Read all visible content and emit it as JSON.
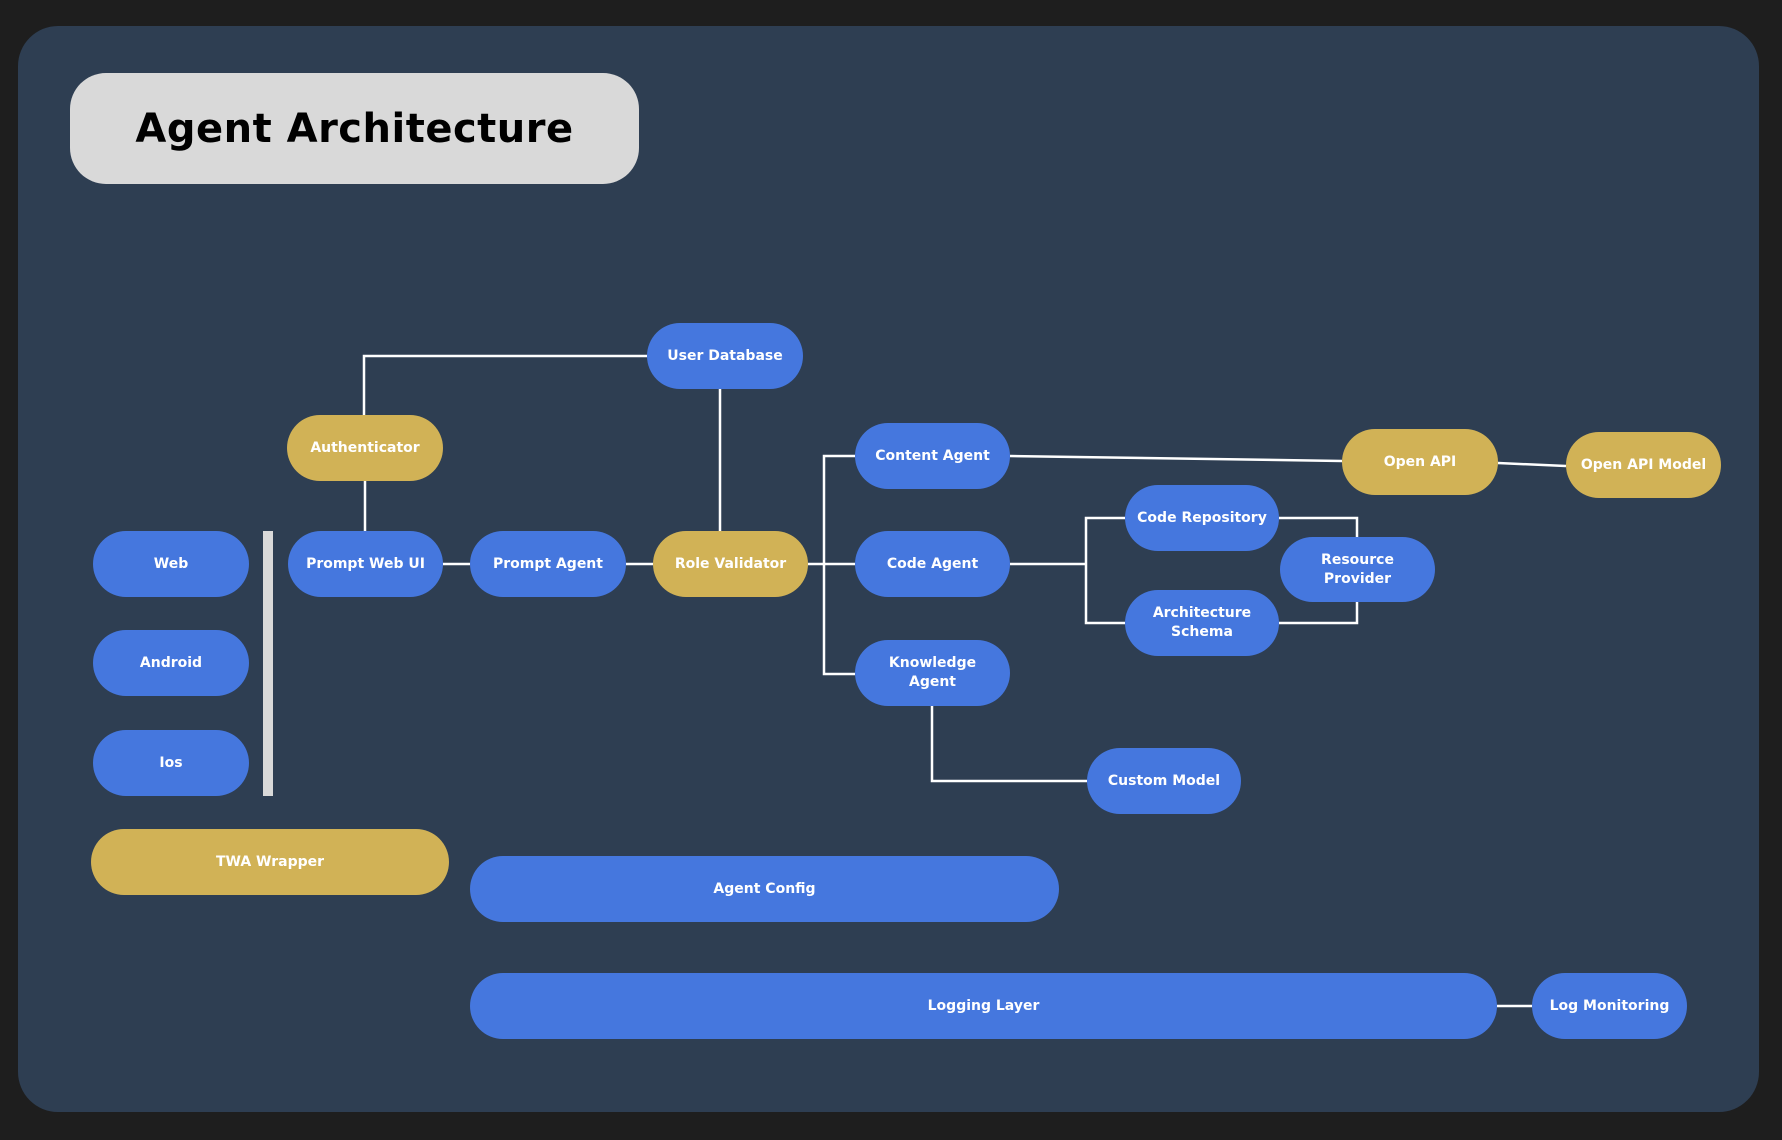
{
  "title": "Agent Architecture",
  "colors": {
    "background": "#1e1e1e",
    "panel": "#2e3e52",
    "title_box": "#d9d9d9",
    "node_blue": "#4577de",
    "node_gold": "#d1b256",
    "connector": "#ffffff"
  },
  "nodes": {
    "web": "Web",
    "android": "Android",
    "ios": "Ios",
    "twa_wrapper": "TWA Wrapper",
    "authenticator": "Authenticator",
    "prompt_web_ui": "Prompt Web UI",
    "prompt_agent": "Prompt Agent",
    "user_database": "User Database",
    "role_validator": "Role Validator",
    "content_agent": "Content Agent",
    "code_agent": "Code Agent",
    "knowledge_agent": "Knowledge Agent",
    "code_repository": "Code Repository",
    "architecture_schema": "Architecture Schema",
    "resource_provider": "Resource Provider",
    "open_api": "Open API",
    "open_api_model": "Open API Model",
    "custom_model": "Custom Model",
    "agent_config": "Agent Config",
    "logging_layer": "Logging Layer",
    "log_monitoring": "Log Monitoring"
  }
}
